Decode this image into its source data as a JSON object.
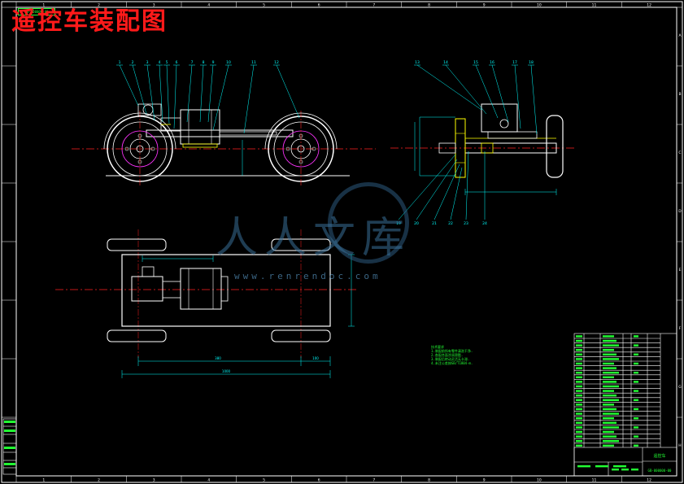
{
  "title": "遥控车装配图",
  "drawing_code": "GB-000000-00",
  "watermark": {
    "cn": "人人文库",
    "url": "www.renrendoc.com"
  },
  "border": {
    "top_zones": [
      "1",
      "2",
      "3",
      "4",
      "5",
      "6",
      "7",
      "8",
      "9",
      "10",
      "11",
      "12"
    ],
    "side_zones": [
      "A",
      "B",
      "C",
      "D",
      "E",
      "F",
      "G",
      "H"
    ]
  },
  "balloons_side_view": [
    "1",
    "2",
    "3",
    "4",
    "5",
    "6",
    "7",
    "8",
    "9",
    "10",
    "11",
    "12"
  ],
  "balloons_end_view": [
    "13",
    "14",
    "15",
    "16",
    "17",
    "18"
  ],
  "balloons_end_bottom": [
    "19",
    "20",
    "21",
    "22",
    "23",
    "24"
  ],
  "dims": {
    "wheelbase": "380",
    "width": "100",
    "overall": "1000"
  },
  "tech_notes": "技术要求\n1.装配前所有零件清洗干净.\n2.各配合面涂润滑脂.\n3.装配后转动灵活无卡滞.\n4.未注公差按GB/T1804-m.",
  "title_block": {
    "name": "遥控车",
    "code": "GB-000000-00"
  },
  "colors": {
    "outline": "#ffffff",
    "cyan": "#00ffff",
    "green": "#22ff33",
    "red": "#ff2020",
    "yellow": "#ffff00",
    "magenta": "#ff33ff",
    "title": "#ff1a1a"
  }
}
